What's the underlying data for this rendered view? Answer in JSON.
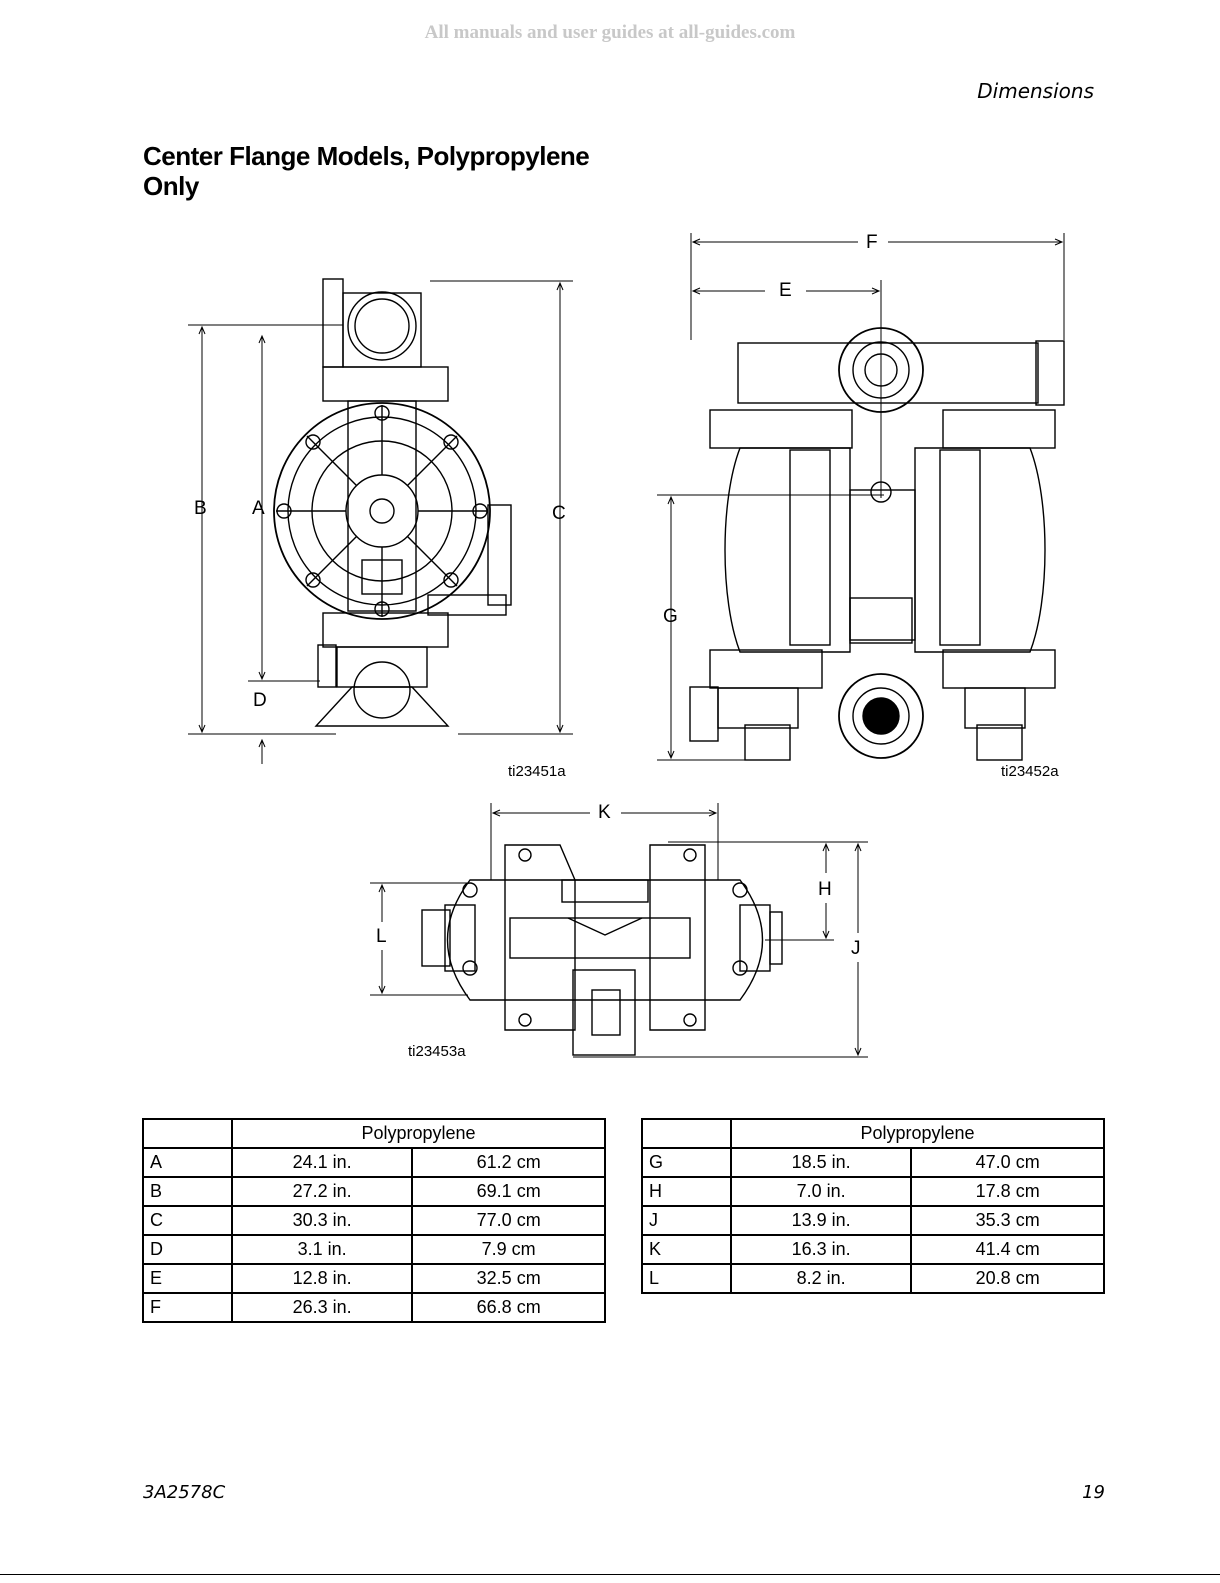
{
  "watermark": "All manuals and user guides at all-guides.com",
  "header": {
    "section": "Dimensions"
  },
  "title": {
    "line1": "Center Flange Models, Polypropylene",
    "line2": "Only"
  },
  "figures": [
    {
      "id": "ti23451a",
      "view": "side",
      "dimension_labels": [
        "B",
        "A",
        "C",
        "D"
      ]
    },
    {
      "id": "ti23452a",
      "view": "front",
      "dimension_labels": [
        "F",
        "E",
        "G"
      ]
    },
    {
      "id": "ti23453a",
      "view": "top",
      "dimension_labels": [
        "K",
        "H",
        "L",
        "J"
      ]
    }
  ],
  "tables": [
    {
      "header": "Polypropylene",
      "rows": [
        {
          "key": "A",
          "in": "24.1  in.",
          "cm": "61.2  cm"
        },
        {
          "key": "B",
          "in": "27.2  in.",
          "cm": "69.1  cm"
        },
        {
          "key": "C",
          "in": "30.3  in.",
          "cm": "77.0  cm"
        },
        {
          "key": "D",
          "in": "3.1  in.",
          "cm": "7.9  cm"
        },
        {
          "key": "E",
          "in": "12.8  in.",
          "cm": "32.5  cm"
        },
        {
          "key": "F",
          "in": "26.3  in.",
          "cm": "66.8  cm"
        }
      ]
    },
    {
      "header": "Polypropylene",
      "rows": [
        {
          "key": "G",
          "in": "18.5  in.",
          "cm": "47.0  cm"
        },
        {
          "key": "H",
          "in": "7.0  in.",
          "cm": "17.8  cm"
        },
        {
          "key": "J",
          "in": "13.9  in.",
          "cm": "35.3  cm"
        },
        {
          "key": "K",
          "in": "16.3  in.",
          "cm": "41.4  cm"
        },
        {
          "key": "L",
          "in": "8.2  in.",
          "cm": "20.8  cm"
        }
      ]
    }
  ],
  "footer": {
    "doc_number": "3A2578C",
    "page_number": "19"
  }
}
